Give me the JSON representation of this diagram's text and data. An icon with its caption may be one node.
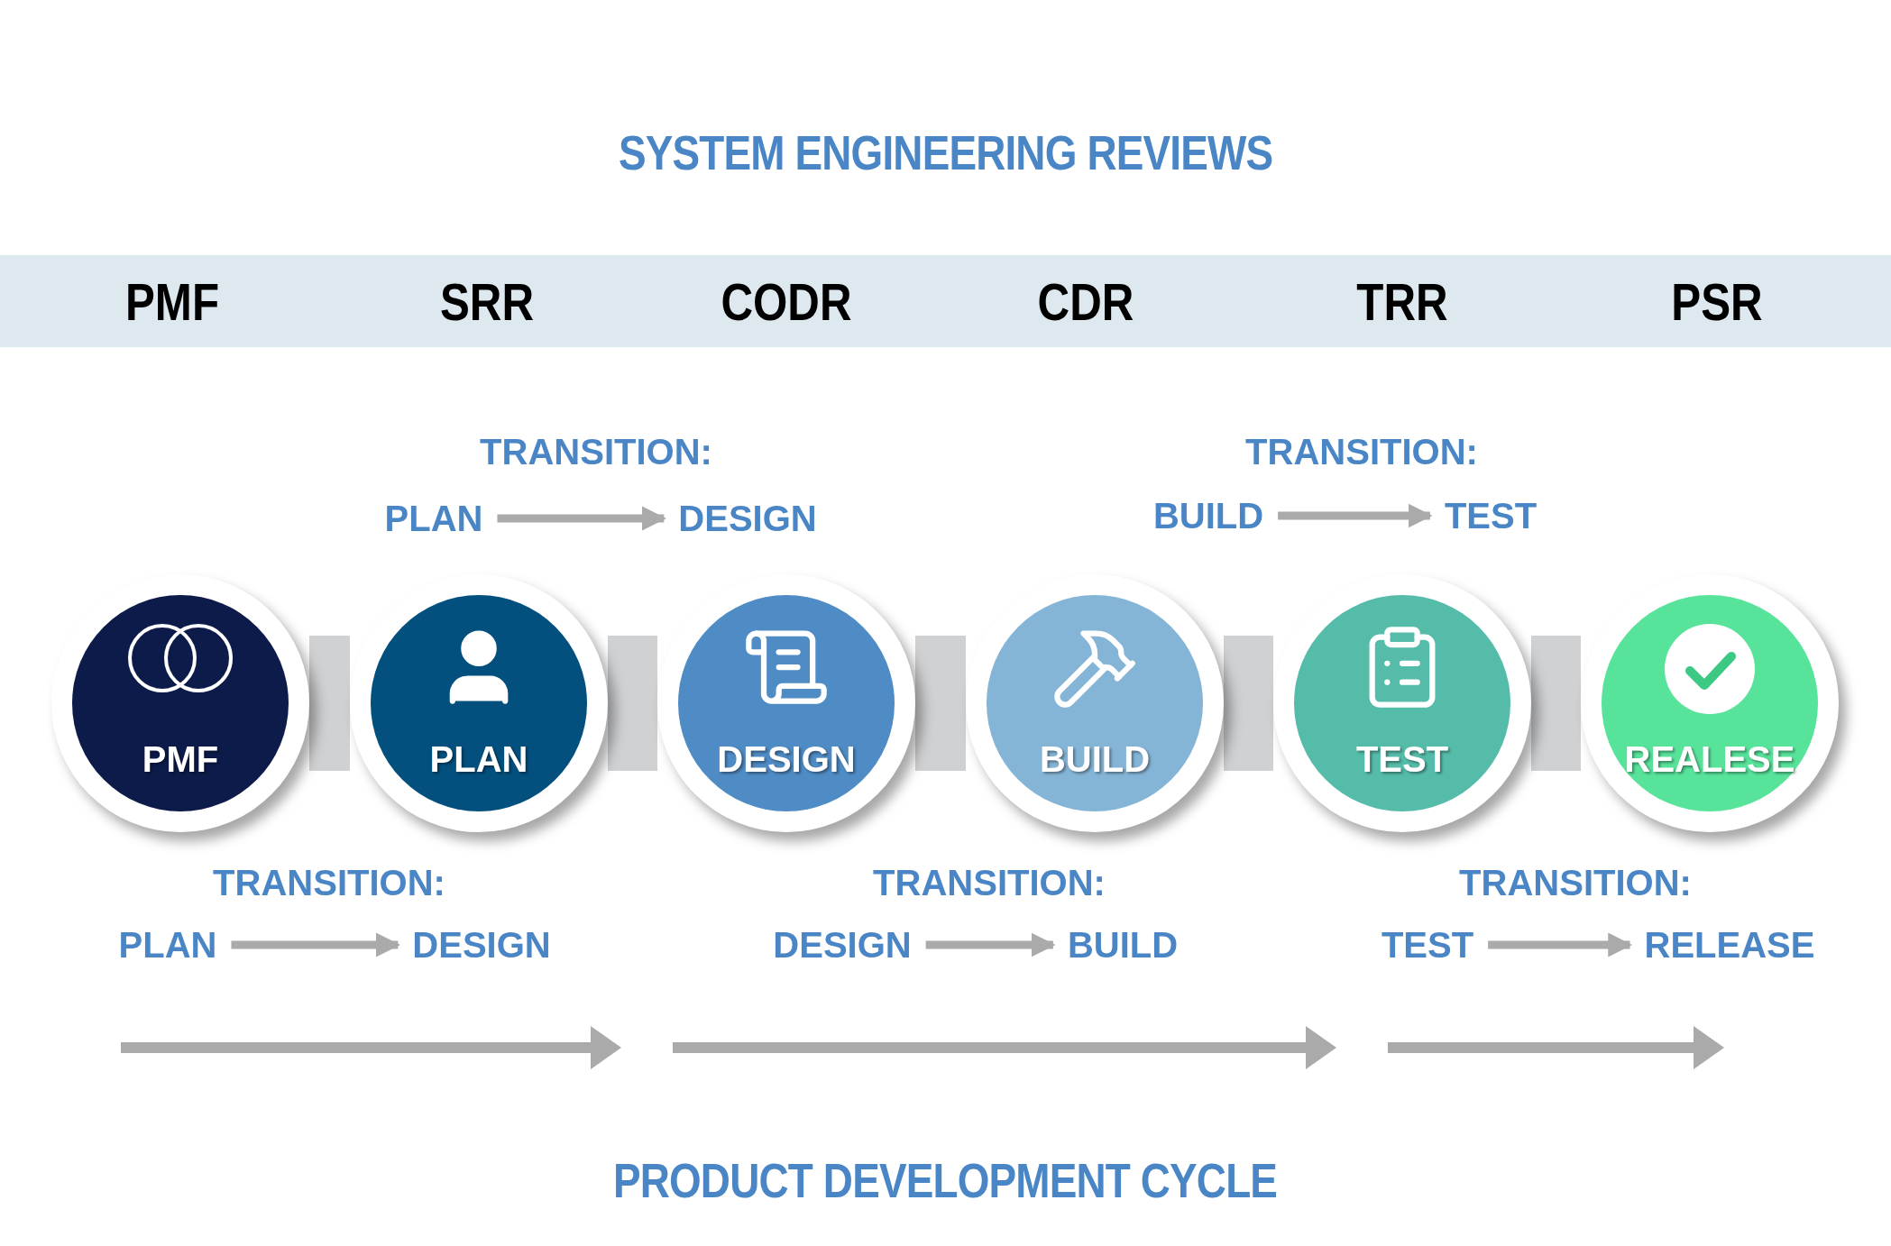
{
  "diagram": {
    "title": "SYSTEM ENGINEERING REVIEWS",
    "caption": "PRODUCT DEVELOPMENT CYCLE",
    "nodes": [
      {
        "text": [
          "PMF",
          "SRR",
          "CODR",
          "CDR",
          "TRR",
          "PSR"
        ]
      },
      {
        "text": [
          "PLAN"
        ]
      },
      {
        "text": [
          "DESIGN"
        ]
      },
      {
        "text": [
          "BUILD"
        ]
      },
      {
        "text": [
          "TEST"
        ]
      },
      {
        "text": [
          "PMF"
        ]
      },
      {
        "text": [
          "PLAN"
        ]
      },
      {
        "text": [
          "DESIGN"
        ]
      },
      {
        "text": [
          "BUILD"
        ]
      },
      {
        "text": [
          "TEST"
        ]
      },
      {
        "text": [
          "REALESE"
        ]
      },
      {
        "text": [
          "PLAN"
        ]
      },
      {
        "text": [
          "DESIGN"
        ]
      },
      {
        "text": [
          "DESIGN"
        ]
      },
      {
        "text": [
          "BUILD"
        ]
      },
      {
        "text": [
          "TEST"
        ]
      },
      {
        "text": [
          "RELEASE"
        ]
      }
    ],
    "edges": [
      {
        "from": 1,
        "to": 2,
        "arrow": "to"
      },
      {
        "from": 3,
        "to": 4,
        "arrow": "to"
      },
      {
        "from": 5,
        "to": 6,
        "arrow": "none",
        "style": "thick"
      },
      {
        "from": 6,
        "to": 7,
        "arrow": "none",
        "style": "thick"
      },
      {
        "from": 7,
        "to": 8,
        "arrow": "none",
        "style": "thick"
      },
      {
        "from": 8,
        "to": 9,
        "arrow": "none",
        "style": "thick"
      },
      {
        "from": 9,
        "to": 10,
        "arrow": "none",
        "style": "thick"
      },
      {
        "from": 11,
        "to": 12,
        "arrow": "to"
      },
      {
        "from": 13,
        "to": 14,
        "arrow": "to"
      },
      {
        "from": 15,
        "to": 16,
        "arrow": "to"
      }
    ],
    "labels": [
      "TRANSITION:",
      "TRANSITION:",
      "TRANSITION:",
      "TRANSITION:",
      "TRANSITION:"
    ]
  }
}
